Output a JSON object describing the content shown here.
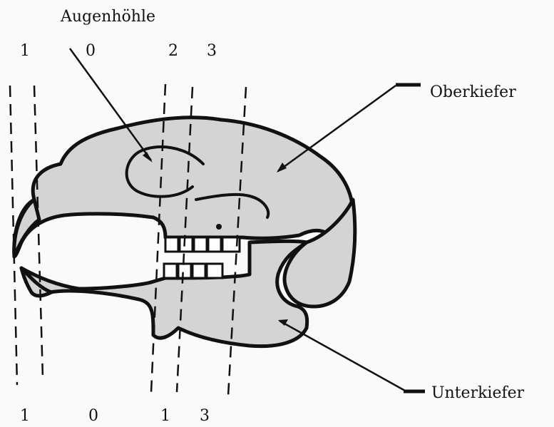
{
  "labels": {
    "eye_socket": "Augenhöhle",
    "upper_jaw": "Oberkiefer",
    "lower_jaw": "Unterkiefer"
  },
  "top_numbers": [
    "1",
    "0",
    "2",
    "3"
  ],
  "bottom_numbers": [
    "1",
    "0",
    "1",
    "3"
  ],
  "colors": {
    "fill": "#d4d4d4",
    "line": "#111111",
    "background": "#fafafa"
  }
}
